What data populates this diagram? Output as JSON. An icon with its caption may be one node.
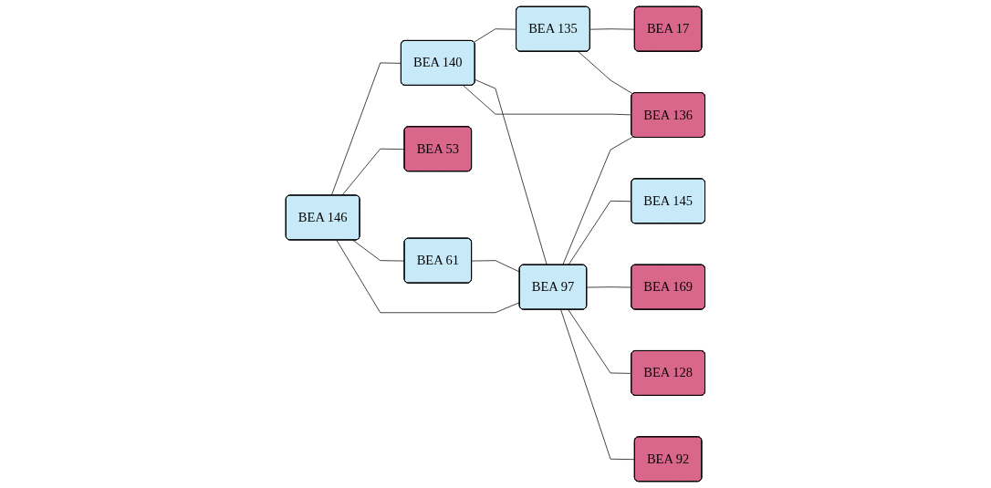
{
  "diagram": {
    "nodes": [
      {
        "text": [
          "BEA 146"
        ]
      },
      {
        "text": [
          "BEA 140"
        ]
      },
      {
        "text": [
          "BEA 135"
        ]
      },
      {
        "text": [
          "BEA 17"
        ]
      },
      {
        "text": [
          "BEA 61"
        ]
      },
      {
        "text": [
          "BEA 53"
        ]
      },
      {
        "text": [
          "BEA 97"
        ]
      },
      {
        "text": [
          "BEA 136"
        ]
      },
      {
        "text": [
          "BEA 145"
        ]
      },
      {
        "text": [
          "BEA 169"
        ]
      },
      {
        "text": [
          "BEA 128"
        ]
      },
      {
        "text": [
          "BEA 92"
        ]
      }
    ],
    "edges": [
      {
        "from": 0,
        "to": 1,
        "arrow": "none"
      },
      {
        "from": 1,
        "to": 2,
        "arrow": "none"
      },
      {
        "from": 2,
        "to": 3,
        "arrow": "none"
      },
      {
        "from": 0,
        "to": 5,
        "arrow": "none"
      },
      {
        "from": 0,
        "to": 4,
        "arrow": "none"
      },
      {
        "from": 0,
        "to": 6,
        "arrow": "none"
      },
      {
        "from": 4,
        "to": 6,
        "arrow": "none"
      },
      {
        "from": 1,
        "to": 6,
        "arrow": "none"
      },
      {
        "from": 1,
        "to": 7,
        "arrow": "none"
      },
      {
        "from": 2,
        "to": 7,
        "arrow": "none"
      },
      {
        "from": 6,
        "to": 7,
        "arrow": "none"
      },
      {
        "from": 6,
        "to": 8,
        "arrow": "none"
      },
      {
        "from": 6,
        "to": 9,
        "arrow": "none"
      },
      {
        "from": 6,
        "to": 10,
        "arrow": "none"
      },
      {
        "from": 6,
        "to": 11,
        "arrow": "none"
      }
    ]
  }
}
